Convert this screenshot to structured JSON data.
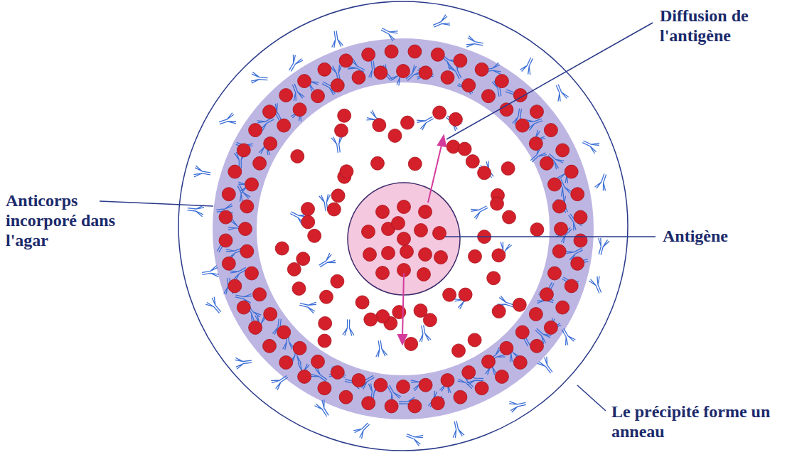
{
  "diagram": {
    "labels": [
      "Diffusion de l'antigène",
      "Anticorps incorporé dans l'agar",
      "Antigène",
      "Le précipité forme un anneau"
    ]
  }
}
